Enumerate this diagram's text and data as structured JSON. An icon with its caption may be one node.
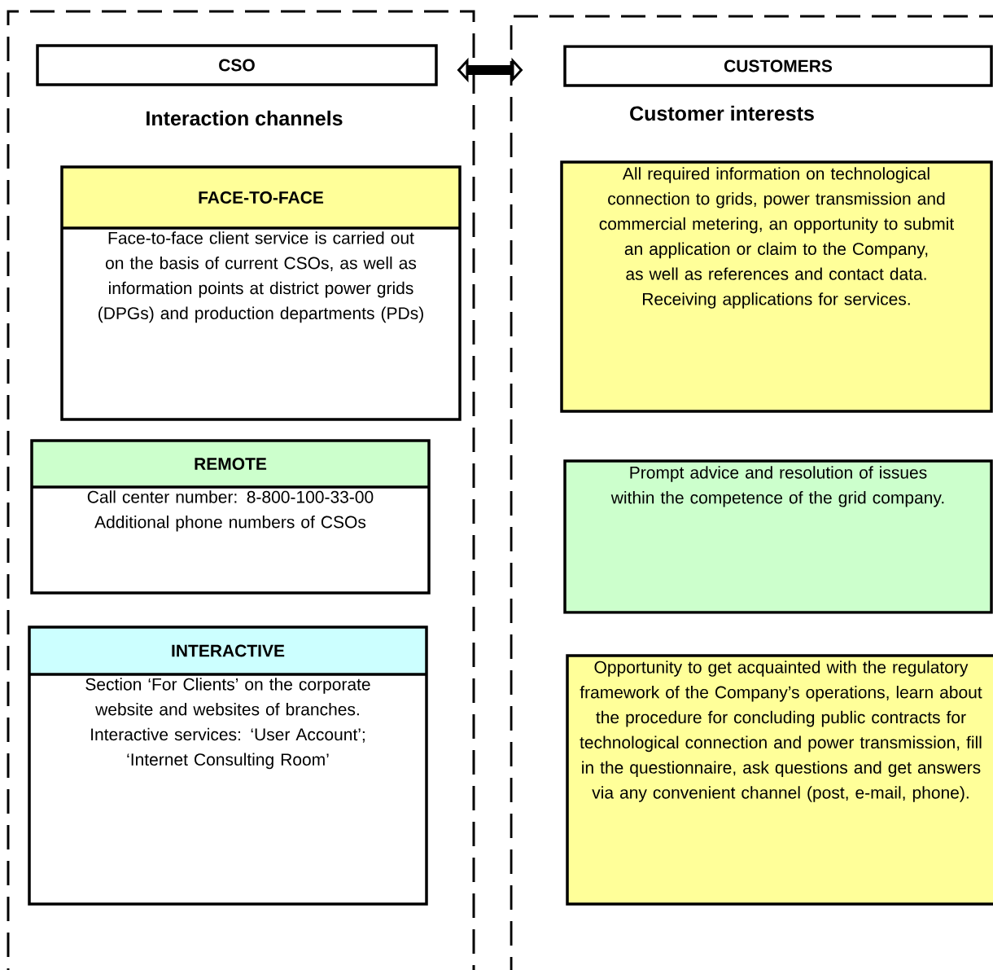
{
  "diagram": {
    "nodes": [
      {
        "text": [],
        "shape": "box"
      },
      {
        "text": [
          "CSO"
        ],
        "in": 0
      },
      {
        "text": [
          "FACE-TO-FACE",
          "Face-to-face client service is carried out on the basis of current CSOs, as well as information points at district power grids (DPGs) and production departments (PDs)"
        ],
        "in": 0
      },
      {
        "text": [
          "REMOTE",
          "Call center number: 8-800-100-33-00 Additional phone numbers of CSOs"
        ],
        "in": 0
      },
      {
        "text": [
          "INTERACTIVE",
          "Section ‘For Clients’ on the corporate website and websites of branches.",
          "Interactive services: ‘User Account’; ‘Internet Consulting Room’"
        ],
        "in": 0
      },
      {
        "text": [],
        "shape": "box"
      },
      {
        "text": [
          "CUSTOMERS"
        ],
        "in": 5
      },
      {
        "text": [
          "All required information on technological connection to grids, power transmission and commercial metering, an opportunity to submit an application or claim to the Company, as well as references and contact data.",
          "Receiving applications for services."
        ],
        "in": 5
      },
      {
        "text": [
          "Prompt advice and resolution of issues within the competence of the grid company."
        ],
        "in": 5
      },
      {
        "text": [
          "Opportunity to get acquainted with the regulatory framework of the Company’s operations, learn about the procedure for concluding public contracts for technological connection and power transmission, fill in the questionnaire, ask questions and get answers via any convenient channel (post, e-mail, phone)."
        ],
        "in": 5
      }
    ],
    "edges": [
      {
        "from": 0,
        "to": 5,
        "arrow": "both"
      }
    ],
    "labels": [
      "Interaction channels",
      "Customer interests"
    ]
  }
}
